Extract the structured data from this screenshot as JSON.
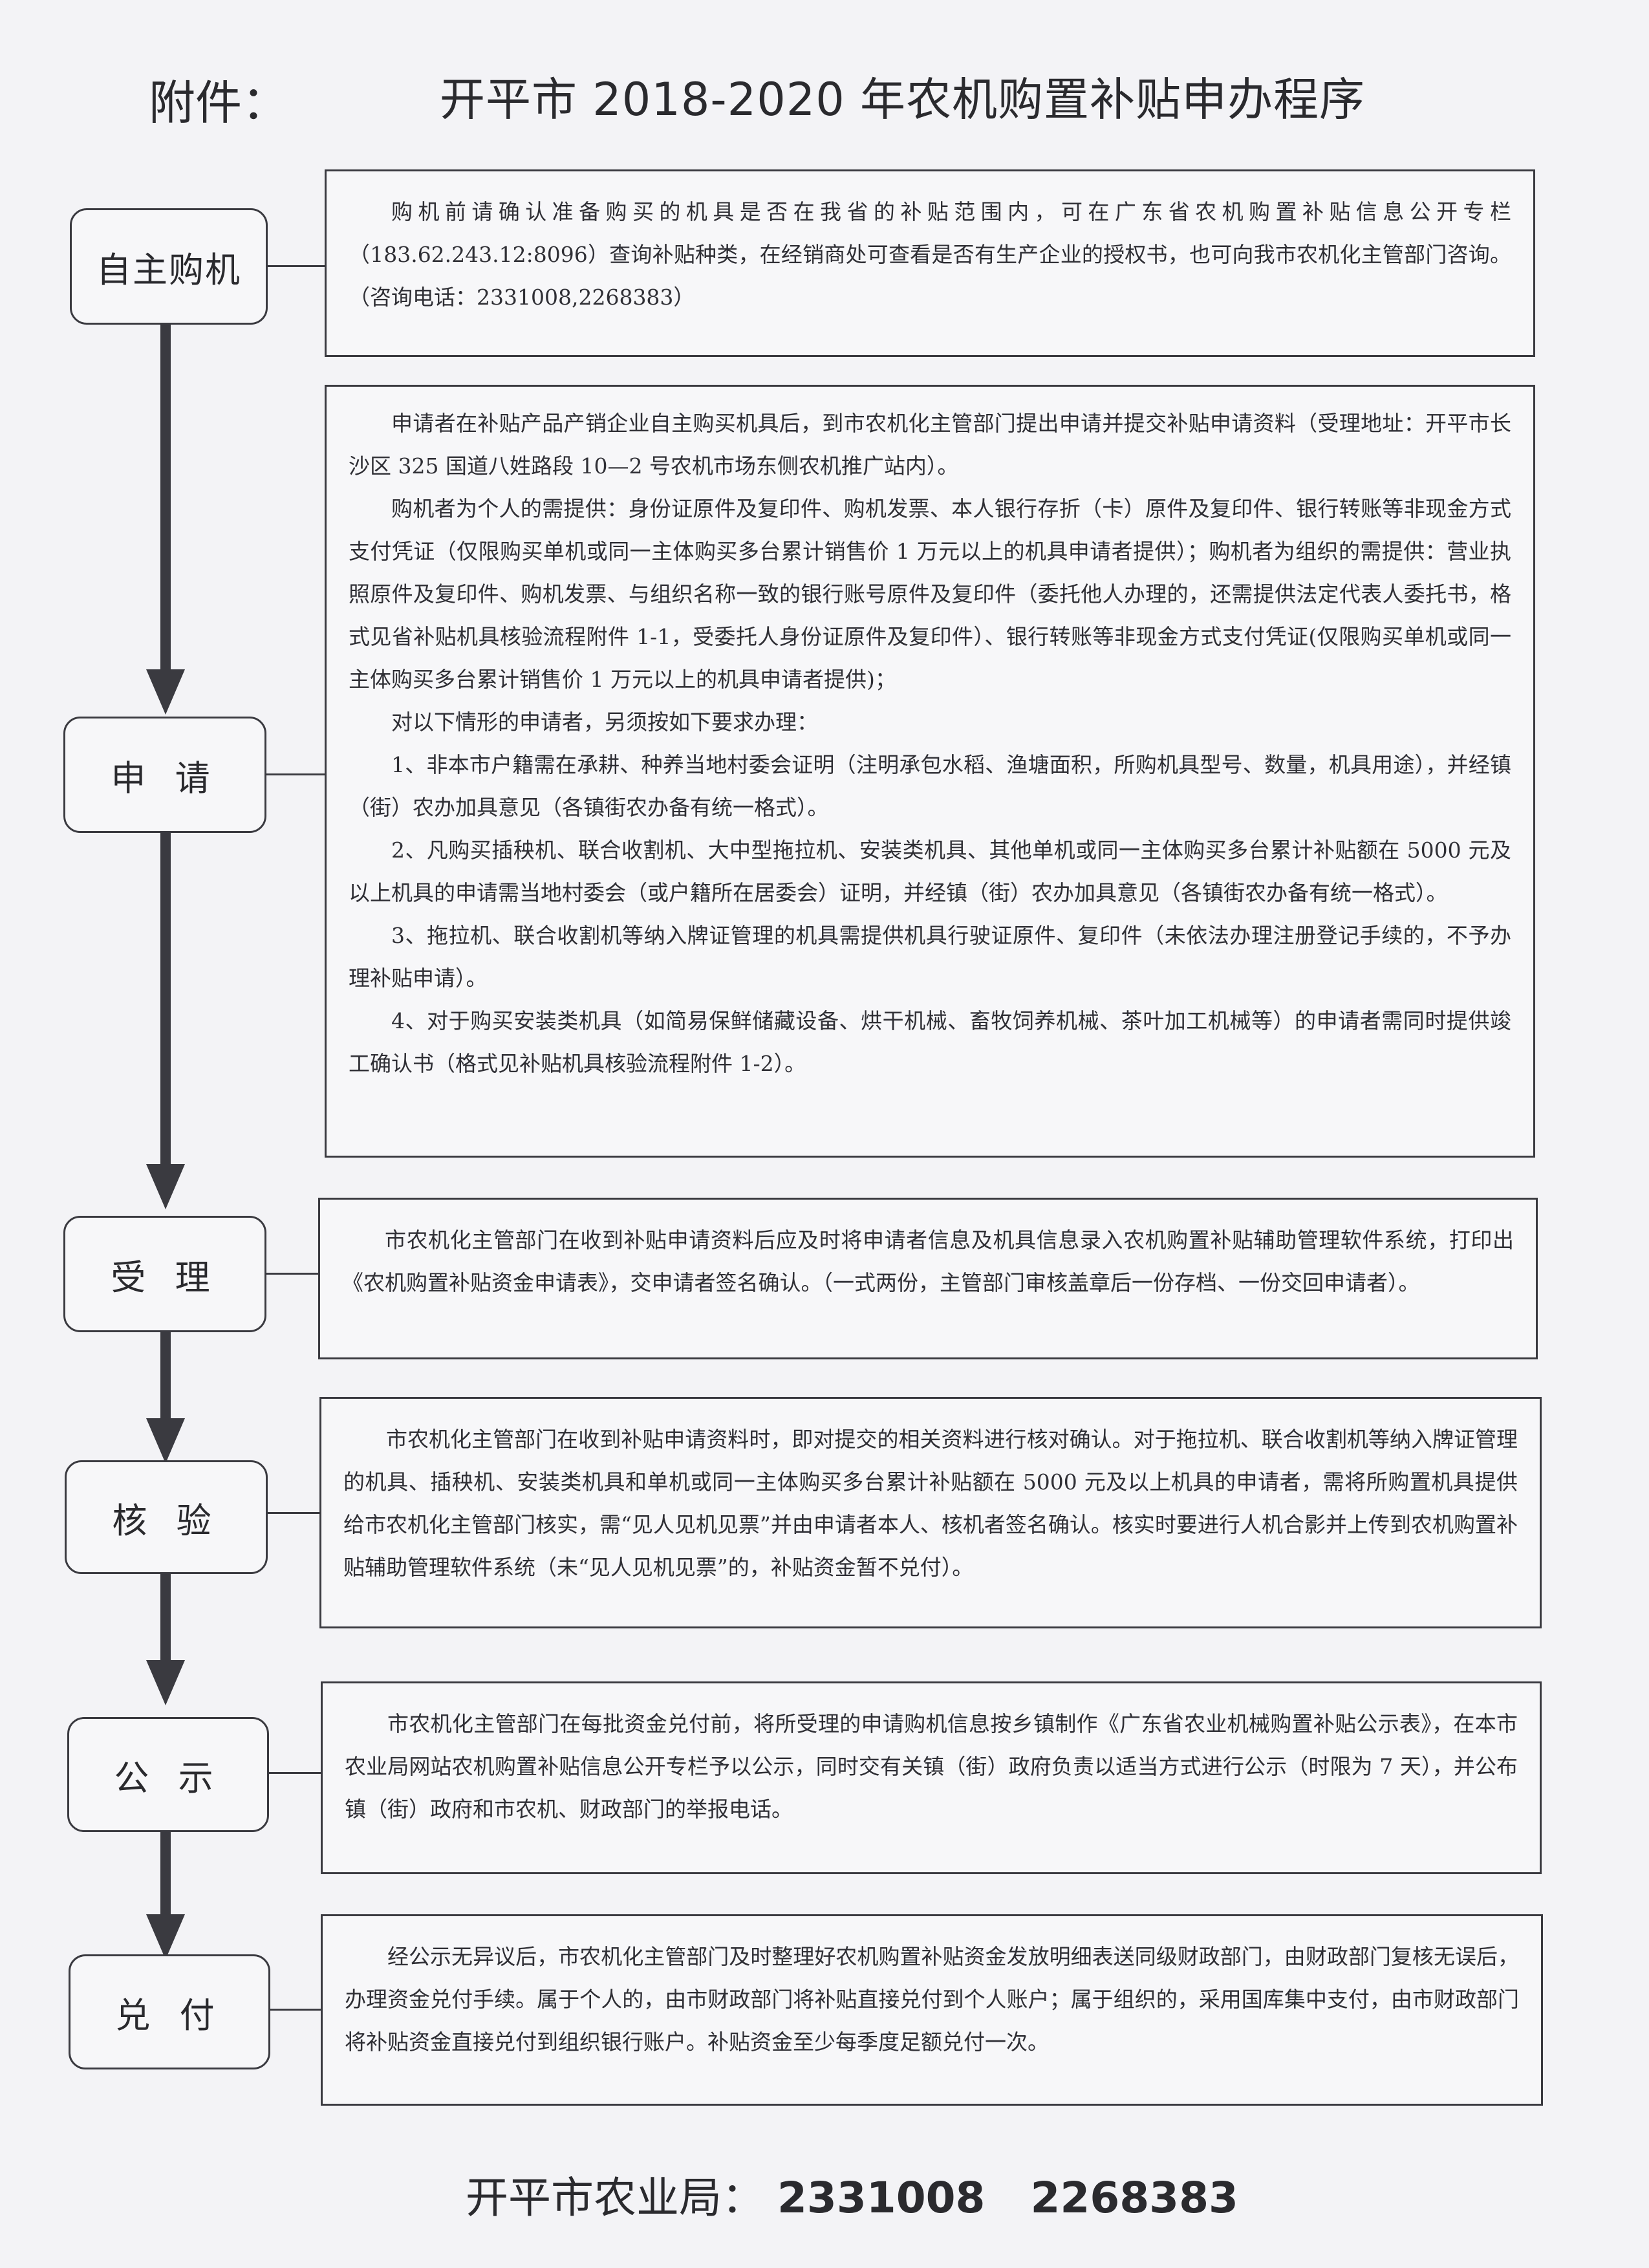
{
  "header": {
    "attachment_label": "附件：",
    "title": "开平市 2018-2020 年农机购置补贴申办程序"
  },
  "steps": [
    {
      "label": "自主购机",
      "paragraphs": [
        "购机前请确认准备购买的机具是否在我省的补贴范围内，可在广东省农机购置补贴信息公开专栏（183.62.243.12:8096）查询补贴种类，在经销商处可查看是否有生产企业的授权书，也可向我市农机化主管部门咨询。（咨询电话：2331008,2268383）"
      ]
    },
    {
      "label": "申 请",
      "paragraphs": [
        "申请者在补贴产品产销企业自主购买机具后，到市农机化主管部门提出申请并提交补贴申请资料（受理地址：开平市长沙区 325 国道八姓路段 10—2 号农机市场东侧农机推广站内）。",
        "购机者为个人的需提供：身份证原件及复印件、购机发票、本人银行存折（卡）原件及复印件、银行转账等非现金方式支付凭证（仅限购买单机或同一主体购买多台累计销售价 1 万元以上的机具申请者提供）；购机者为组织的需提供：营业执照原件及复印件、购机发票、与组织名称一致的银行账号原件及复印件（委托他人办理的，还需提供法定代表人委托书，格式见省补贴机具核验流程附件 1-1，受委托人身份证原件及复印件）、银行转账等非现金方式支付凭证(仅限购买单机或同一主体购买多台累计销售价 1 万元以上的机具申请者提供)；",
        "对以下情形的申请者，另须按如下要求办理：",
        "1、非本市户籍需在承耕、种养当地村委会证明（注明承包水稻、渔塘面积，所购机具型号、数量，机具用途），并经镇（街）农办加具意见（各镇街农办备有统一格式）。",
        "2、凡购买插秧机、联合收割机、大中型拖拉机、安装类机具、其他单机或同一主体购买多台累计补贴额在 5000 元及以上机具的申请需当地村委会（或户籍所在居委会）证明，并经镇（街）农办加具意见（各镇街农办备有统一格式）。",
        "3、拖拉机、联合收割机等纳入牌证管理的机具需提供机具行驶证原件、复印件（未依法办理注册登记手续的，不予办理补贴申请）。",
        "4、对于购买安装类机具（如简易保鲜储藏设备、烘干机械、畜牧饲养机械、茶叶加工机械等）的申请者需同时提供竣工确认书（格式见补贴机具核验流程附件 1-2）。"
      ]
    },
    {
      "label": "受 理",
      "paragraphs": [
        "市农机化主管部门在收到补贴申请资料后应及时将申请者信息及机具信息录入农机购置补贴辅助管理软件系统，打印出《农机购置补贴资金申请表》，交申请者签名确认。（一式两份，主管部门审核盖章后一份存档、一份交回申请者）。"
      ]
    },
    {
      "label": "核 验",
      "paragraphs": [
        "市农机化主管部门在收到补贴申请资料时，即对提交的相关资料进行核对确认。对于拖拉机、联合收割机等纳入牌证管理的机具、插秧机、安装类机具和单机或同一主体购买多台累计补贴额在 5000 元及以上机具的申请者，需将所购置机具提供给市农机化主管部门核实，需“见人见机见票”并由申请者本人、核机者签名确认。核实时要进行人机合影并上传到农机购置补贴辅助管理软件系统（未“见人见机见票”的，补贴资金暂不兑付）。"
      ]
    },
    {
      "label": "公 示",
      "paragraphs": [
        "市农机化主管部门在每批资金兑付前，将所受理的申请购机信息按乡镇制作《广东省农业机械购置补贴公示表》，在本市农业局网站农机购置补贴信息公开专栏予以公示，同时交有关镇（街）政府负责以适当方式进行公示（时限为 7 天），并公布镇（街）政府和市农机、财政部门的举报电话。"
      ]
    },
    {
      "label": "兑 付",
      "paragraphs": [
        "经公示无异议后，市农机化主管部门及时整理好农机购置补贴资金发放明细表送同级财政部门，由财政部门复核无误后，办理资金兑付手续。属于个人的，由市财政部门将补贴直接兑付到个人账户；属于组织的，采用国库集中支付，由市财政部门将补贴资金直接兑付到组织银行账户。补贴资金至少每季度足额兑付一次。"
      ]
    }
  ],
  "footer": {
    "org": "开平市农业局：",
    "phone1": "2331008",
    "phone2": "2268383"
  }
}
